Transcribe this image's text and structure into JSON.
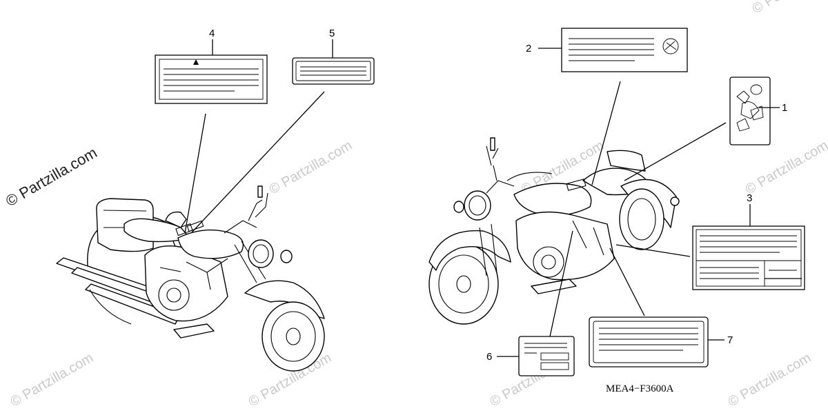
{
  "watermark": {
    "main": "© Partzilla.com",
    "repeat": "© Partzilla.com"
  },
  "callouts": {
    "c1": "1",
    "c2": "2",
    "c3": "3",
    "c4": "4",
    "c5": "5",
    "c6": "6",
    "c7": "7"
  },
  "diagram_code": "MEA4−F3600A",
  "icons": {
    "caution": "caution-triangle-icon",
    "brand": "honda-wing-logo-icon",
    "helmet": "helmet-pictogram-icon"
  },
  "colors": {
    "line": "#000000",
    "background": "#ffffff",
    "watermark": "#c9c9c9"
  }
}
